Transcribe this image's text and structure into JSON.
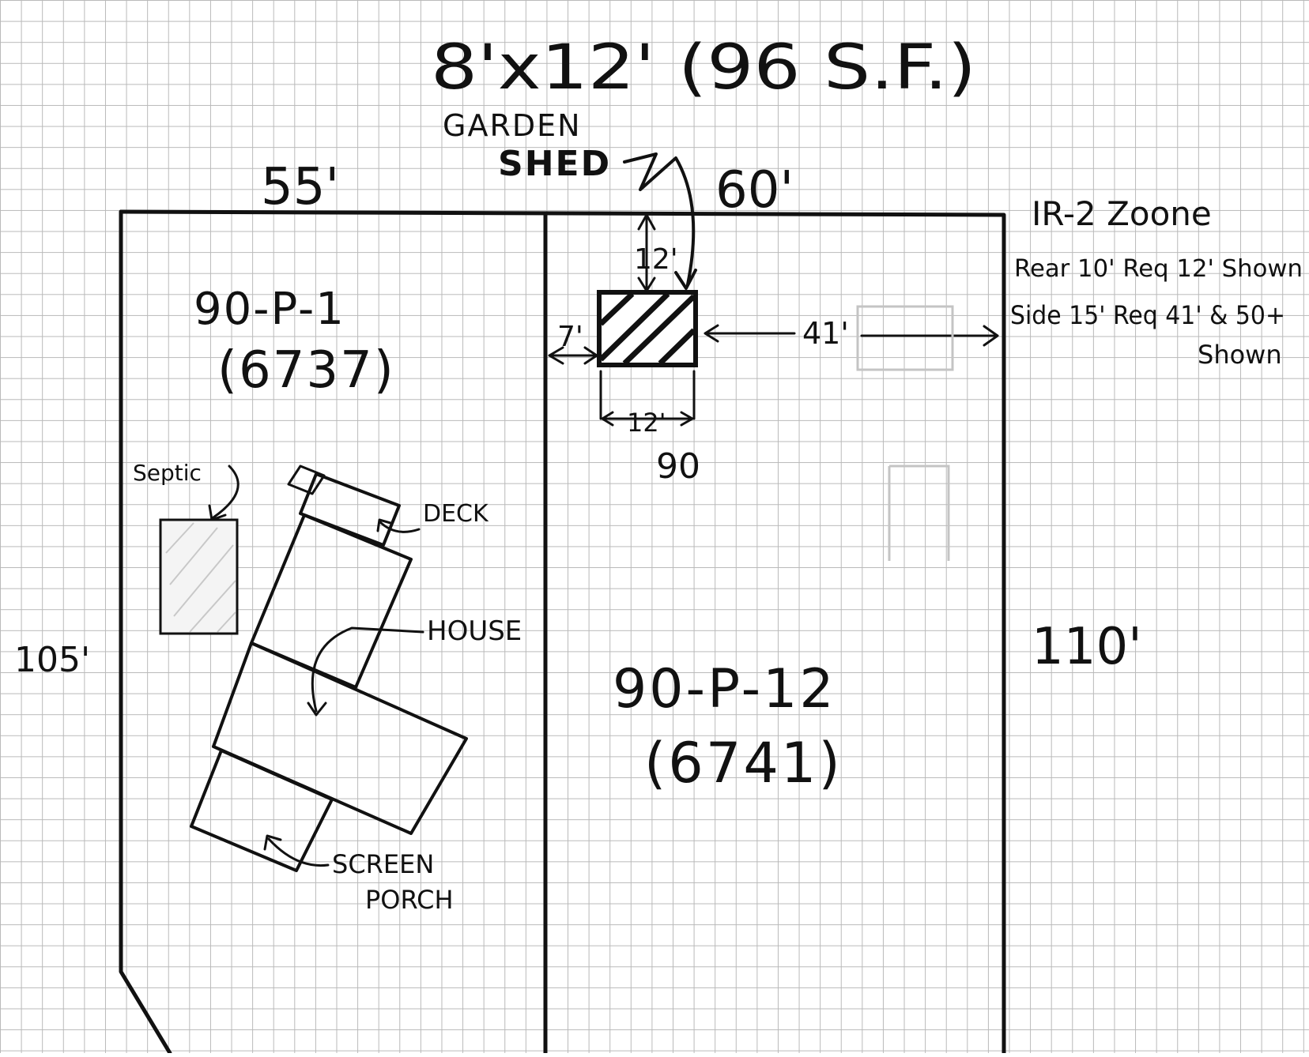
{
  "shed_size": "8'x12' (96 S.F.)",
  "shed_label_line1": "GARDEN",
  "shed_label_line2": "SHED",
  "dims": {
    "left_top": "55'",
    "right_top": "60'",
    "left_side": "105'",
    "right_side": "110'",
    "shed_rear_setback": "12'",
    "shed_side_setback": "7'",
    "shed_width": "12'",
    "shed_far_side": "41'"
  },
  "zoning": {
    "title": "IR-2 Zoone",
    "rear": "Rear 10' Req 12' Shown",
    "side_line1": "Side 15' Req 41' & 50+",
    "side_line2": "Shown"
  },
  "parcels": [
    {
      "id": "90-P-1",
      "number": "(6737)"
    },
    {
      "id": "90-P-12",
      "number": "(6741)"
    }
  ],
  "faint_mark": "90",
  "labels": {
    "septic": "Septic",
    "deck": "DECK",
    "house": "HOUSE",
    "screen_porch_line1": "SCREEN",
    "screen_porch_line2": "PORCH"
  }
}
